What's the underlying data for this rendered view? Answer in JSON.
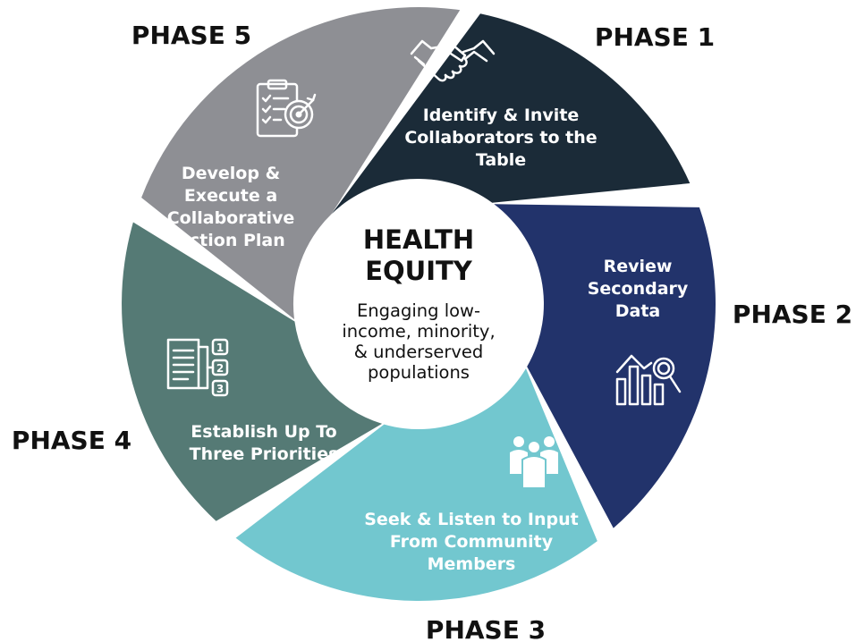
{
  "colors": {
    "phase1": "#1b2b38",
    "phase2": "#22336b",
    "phase3": "#72c7cf",
    "phase4": "#557a75",
    "phase5": "#8e8f94"
  },
  "center": {
    "title_line1": "HEALTH",
    "title_line2": "EQUITY",
    "subtitle_lines": [
      "Engaging low-",
      "income, minority,",
      "& underserved",
      "populations"
    ]
  },
  "phases": [
    {
      "label": "PHASE 1",
      "text_lines": [
        "Identify & Invite",
        "Collaborators to the",
        "Table"
      ],
      "icon": "handshake-icon"
    },
    {
      "label": "PHASE 2",
      "text_lines": [
        "Review",
        "Secondary",
        "Data"
      ],
      "icon": "bar-chart-magnifier-icon"
    },
    {
      "label": "PHASE 3",
      "text_lines": [
        "Seek & Listen to Input",
        "From Community",
        "Members"
      ],
      "icon": "people-group-icon"
    },
    {
      "label": "PHASE 4",
      "text_lines": [
        "Establish Up To",
        "Three Priorities"
      ],
      "icon": "numbered-list-icon"
    },
    {
      "label": "PHASE 5",
      "text_lines": [
        "Develop &",
        "Execute a",
        "Collaborative",
        "Action Plan"
      ],
      "icon": "checklist-target-icon"
    }
  ]
}
